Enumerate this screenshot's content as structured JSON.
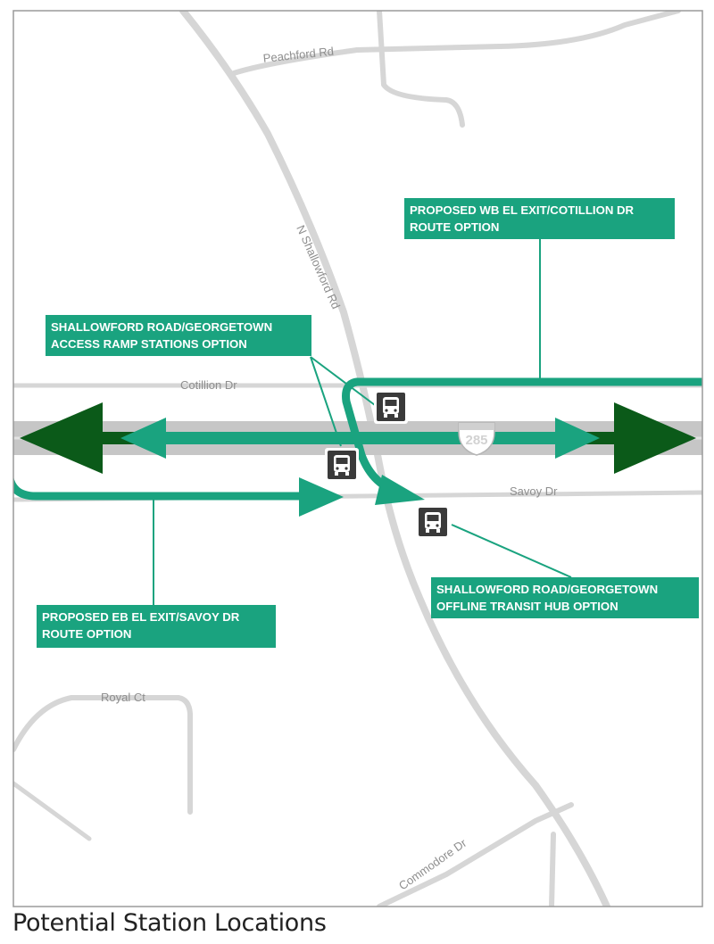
{
  "caption": "Potential Station Locations",
  "colors": {
    "road": "#d4d4d4",
    "highway": "#c6c6c6",
    "dark_green": "#0b5a19",
    "teal": "#1aa37f",
    "label_bg": "#1aa37f",
    "bus_icon_bg": "#3a3a3a",
    "frame": "#9a9a9a"
  },
  "roads": {
    "peachford": "Peachford Rd",
    "shallowford": "N Shallowford Rd",
    "cotillion": "Cotillion Dr",
    "savoy": "Savoy Dr",
    "royal": "Royal Ct",
    "commodore": "Commodore Dr"
  },
  "highway_shield": "285",
  "labels": {
    "wb_exit": {
      "line1": "PROPOSED WB EL EXIT/COTILLION DR",
      "line2": "ROUTE OPTION"
    },
    "access_ramp": {
      "line1": "SHALLOWFORD ROAD/GEORGETOWN",
      "line2": "ACCESS RAMP STATIONS OPTION"
    },
    "eb_exit": {
      "line1": "PROPOSED EB EL EXIT/SAVOY DR",
      "line2": "ROUTE OPTION"
    },
    "transit_hub": {
      "line1": "SHALLOWFORD ROAD/GEORGETOWN",
      "line2": "OFFLINE TRANSIT HUB OPTION"
    }
  },
  "icons": [
    "bus-icon",
    "bus-icon",
    "bus-icon"
  ]
}
